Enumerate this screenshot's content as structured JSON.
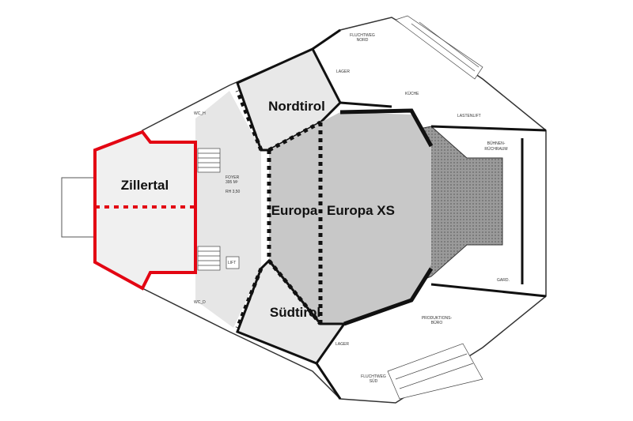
{
  "plan": {
    "rooms": {
      "zillertal": "Zillertal",
      "nordtirol": "Nordtirol",
      "europa": "Europa",
      "europa_xs": "Europa XS",
      "suedtirol": "Südtirol"
    },
    "labels": {
      "wc_h": "WC_H",
      "wc_d": "WC_D",
      "foyer": "FOYER",
      "foyer_area": "395 M²",
      "foyer_height": "RH 3,50",
      "lift": "LIFT",
      "fluchtweg_nord_1": "FLUCHTWEG",
      "fluchtweg_nord_2": "NORD",
      "lager_nord": "LAGER",
      "kueche": "KÜCHE",
      "lastenlift": "LASTENLIFT",
      "buehnenraum_1": "BÜHNEN-",
      "buehnenraum_2": "RÜCHRAUM",
      "gard": "GARD.",
      "produktion_1": "PRODUKTIONS-",
      "produktion_2": "BÜRO",
      "lager_sued": "LAGER",
      "fluchtweg_sued_1": "FLUCHTWEG",
      "fluchtweg_sued_2": "SÜD"
    },
    "colors": {
      "highlight": "#e30613",
      "hall": "#c8c8c8",
      "foyer": "#e6e6e6",
      "wall": "#111111"
    }
  }
}
